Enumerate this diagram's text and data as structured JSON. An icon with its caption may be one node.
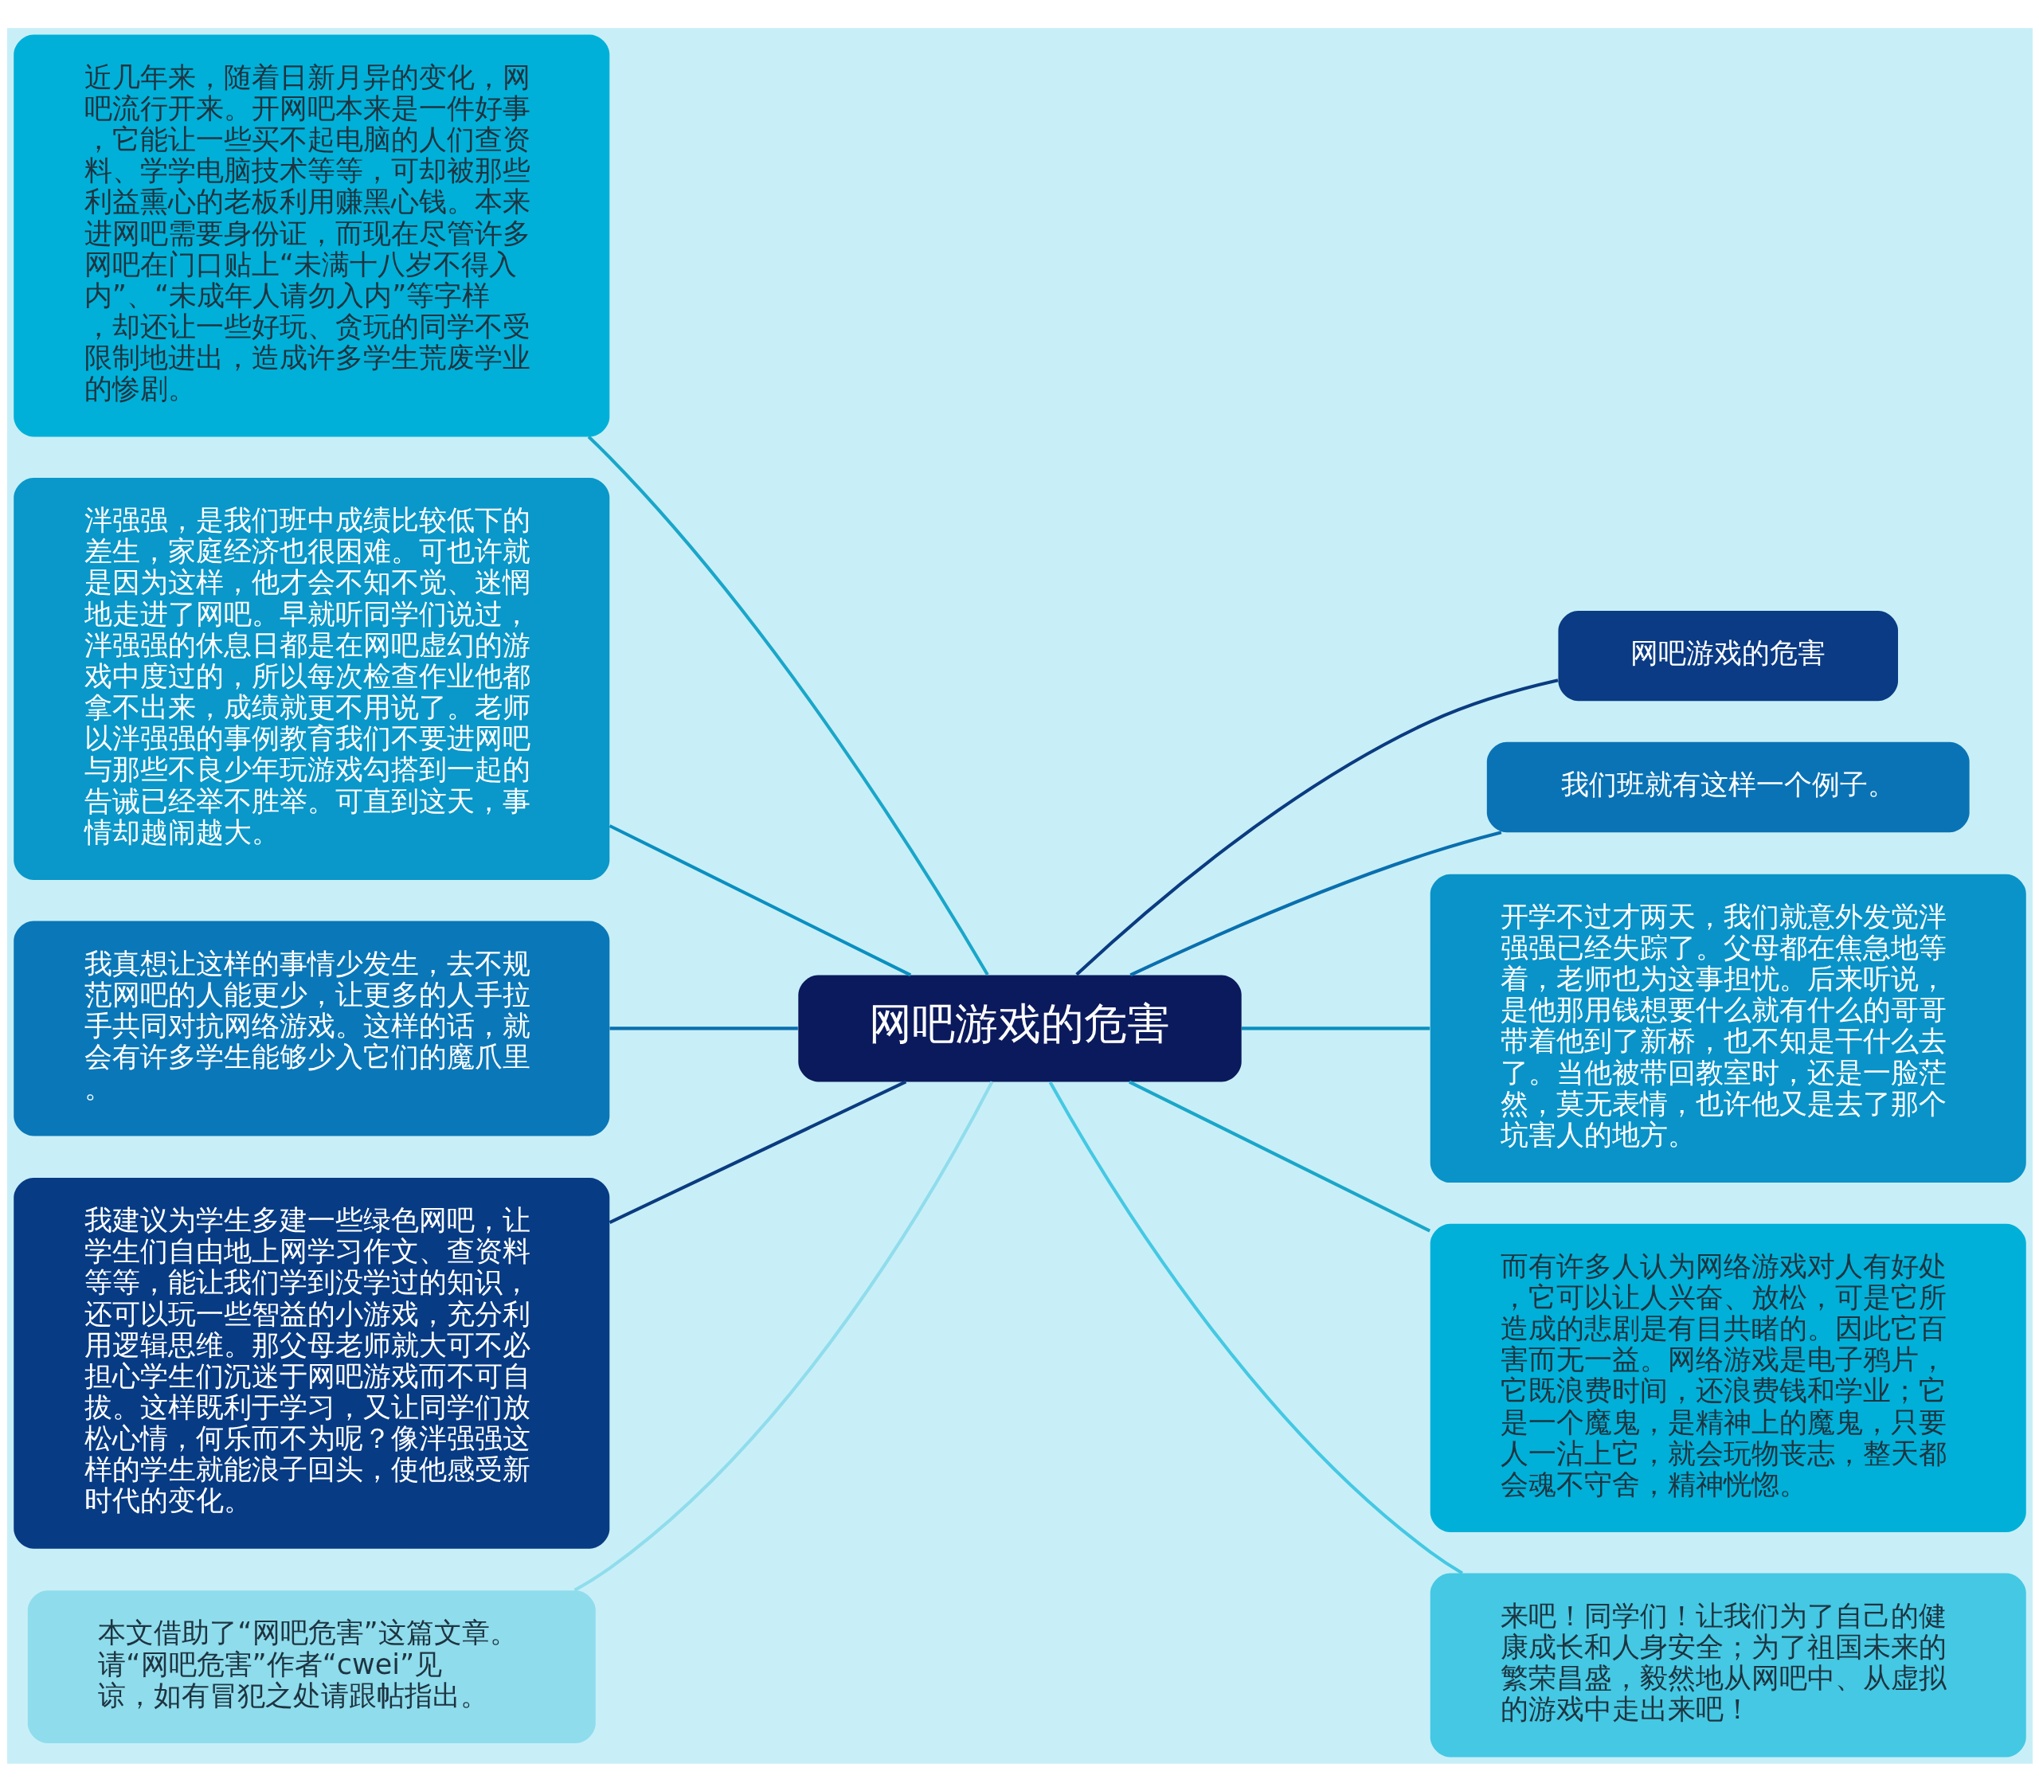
{
  "diagram": {
    "nodes": [
      {
        "text": [
          "网吧游戏的危害"
        ]
      },
      {
        "text": [
          "近几年来，随着日新月异的变化，网吧流行开来。开网吧本来是一件好事，它能让一些买不起电脑的人们查资料、学学电脑技术等等，可却被那些利益熏心的老板利用赚黑心钱。本来进网吧需要身份证，而现在尽管许多网吧在门口贴上“未满十八岁不得入内”、“未成年人请勿入内”等字样，却还让一些好玩、贪玩的同学不受限制地进出，造成许多学生荒废学业的惨剧。"
        ]
      },
      {
        "text": [
          "泮强强，是我们班中成绩比较低下的差生，家庭经济也很困难。可也许就是因为这样，他才会不知不觉、迷惘地走进了网吧。早就听同学们说过，泮强强的休息日都是在网吧虚幻的游戏中度过的，所以每次检查作业他都拿不出来，成绩就更不用说了。老师以泮强强的事例教育我们不要进网吧与那些不良少年玩游戏勾搭到一起的告诫已经举不胜举。可直到这天，事情却越闹越大。"
        ]
      },
      {
        "text": [
          "我真想让这样的事情少发生，去不规范网吧的人能更少，让更多的人手拉手共同对抗网络游戏。这样的话，就会有许多学生能够少入它们的魔爪里。"
        ]
      },
      {
        "text": [
          "我建议为学生多建一些绿色网吧，让学生们自由地上网学习作文、查资料等等，能让我们学到没学过的知识，还可以玩一些智益的小游戏，充分利用逻辑思维。那父母老师就大可不必担心学生们沉迷于网吧游戏而不可自拔。这样既利于学习，又让同学们放松心情，何乐而不为呢？像泮强强这样的学生就能浪子回头，使他感受新时代的变化。"
        ]
      },
      {
        "text": [
          "本文借助了“网吧危害”这篇文章。请“网吧危害”作者“cwei”见谅，如有冒犯之处请跟帖指出。"
        ]
      },
      {
        "text": [
          "网吧游戏的危害"
        ]
      },
      {
        "text": [
          "我们班就有这样一个例子。"
        ]
      },
      {
        "text": [
          "开学不过才两天，我们就意外发觉泮强强已经失踪了。父母都在焦急地等着，老师也为这事担忧。后来听说，是他那用钱想要什么就有什么的哥哥带着他到了新桥，也不知是干什么去了。当他被带回教室时，还是一脸茫然，莫无表情，也许他又是去了那个坑害人的地方。"
        ]
      },
      {
        "text": [
          "而有许多人认为网络游戏对人有好处，它可以让人兴奋、放松，可是它所造成的悲剧是有目共睹的。因此它百害而无一益。网络游戏是电子鸦片，它既浪费时间，还浪费钱和学业；它是一个魔鬼，是精神上的魔鬼，只要人一沾上它，就会玩物丧志，整天都会魂不守舍，精神恍惚。"
        ]
      },
      {
        "text": [
          "来吧！同学们！让我们为了自己的健康成长和人身安全；为了祖国未来的繁荣昌盛，毅然地从网吧中、从虚拟的游戏中走出来吧！"
        ]
      }
    ],
    "edges": [
      {
        "from": 0,
        "to": 1,
        "arrow": "none",
        "color": "#1aa6c9"
      },
      {
        "from": 0,
        "to": 2,
        "arrow": "none",
        "color": "#0a8fc0"
      },
      {
        "from": 0,
        "to": 3,
        "arrow": "none",
        "color": "#0a6fae"
      },
      {
        "from": 0,
        "to": 4,
        "arrow": "none",
        "color": "#0b3b80"
      },
      {
        "from": 0,
        "to": 5,
        "arrow": "none",
        "color": "#8fdcec"
      },
      {
        "from": 0,
        "to": 6,
        "arrow": "none",
        "color": "#0b3b80"
      },
      {
        "from": 0,
        "to": 7,
        "arrow": "none",
        "color": "#0a6fae"
      },
      {
        "from": 0,
        "to": 8,
        "arrow": "none",
        "color": "#0a8fc0"
      },
      {
        "from": 0,
        "to": 9,
        "arrow": "none",
        "color": "#1aa6c9"
      },
      {
        "from": 0,
        "to": 10,
        "arrow": "none",
        "color": "#45c8e3"
      }
    ]
  }
}
